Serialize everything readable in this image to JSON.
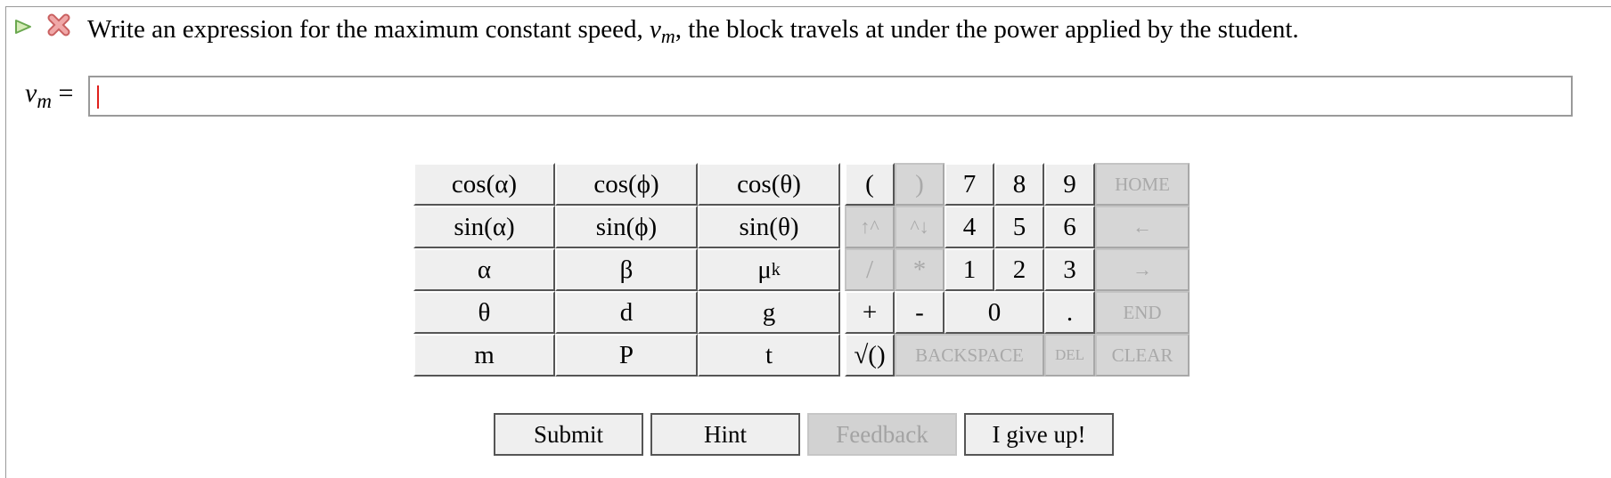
{
  "question": {
    "prefix": "Write an expression for the maximum constant speed,",
    "var_base": "v",
    "var_sub": "m",
    "suffix": ", the block travels at under the power applied by the student."
  },
  "answer": {
    "label_base": "v",
    "label_sub": "m",
    "equals": "=",
    "value": ""
  },
  "keypad": {
    "cos_alpha": "cos(α)",
    "cos_phi": "cos(ϕ)",
    "cos_theta": "cos(θ)",
    "sin_alpha": "sin(α)",
    "sin_phi": "sin(ϕ)",
    "sin_theta": "sin(θ)",
    "alpha": "α",
    "beta": "β",
    "mu_base": "μ",
    "mu_sub": "k",
    "theta": "θ",
    "d": "d",
    "g": "g",
    "m": "m",
    "P": "P",
    "t": "t",
    "open_paren": "(",
    "close_paren": ")",
    "sup_up": "↑^",
    "sup_down": "^↓",
    "divide": "/",
    "multiply": "*",
    "plus": "+",
    "minus": "-",
    "sqrt": "√()",
    "n7": "7",
    "n8": "8",
    "n9": "9",
    "n4": "4",
    "n5": "5",
    "n6": "6",
    "n1": "1",
    "n2": "2",
    "n3": "3",
    "n0": "0",
    "dot": ".",
    "home": "HOME",
    "left": "←",
    "right": "→",
    "end": "END",
    "backspace": "BACKSPACE",
    "del": "DEL",
    "clear": "CLEAR"
  },
  "buttons": {
    "submit": "Submit",
    "hint": "Hint",
    "feedback": "Feedback",
    "give_up": "I give up!"
  }
}
